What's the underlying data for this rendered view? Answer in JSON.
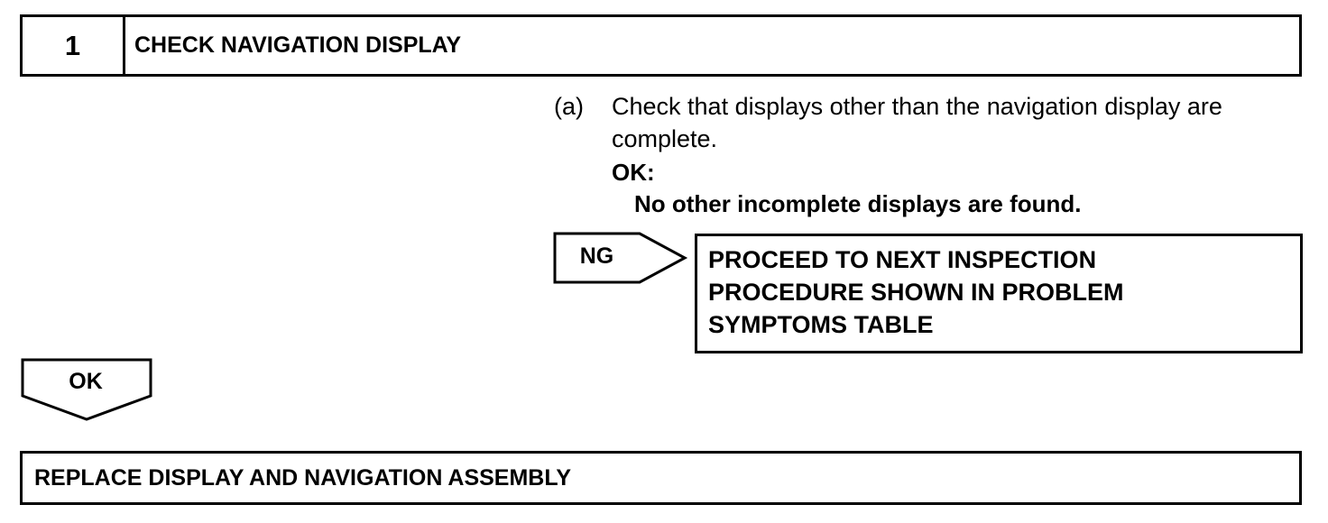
{
  "step": {
    "number": "1",
    "title": "CHECK NAVIGATION DISPLAY"
  },
  "instruction": {
    "letter": "(a)",
    "text": "Check that displays other than the navigation display are complete.",
    "ok_label": "OK:",
    "ok_detail": "No other incomplete displays are found."
  },
  "ng_branch": {
    "label": "NG",
    "result_lines": [
      "PROCEED TO NEXT INSPECTION",
      "PROCEDURE SHOWN IN PROBLEM",
      "SYMPTOMS TABLE"
    ]
  },
  "ok_branch": {
    "label": "OK"
  },
  "final_action": {
    "text": "REPLACE DISPLAY AND NAVIGATION ASSEMBLY"
  }
}
